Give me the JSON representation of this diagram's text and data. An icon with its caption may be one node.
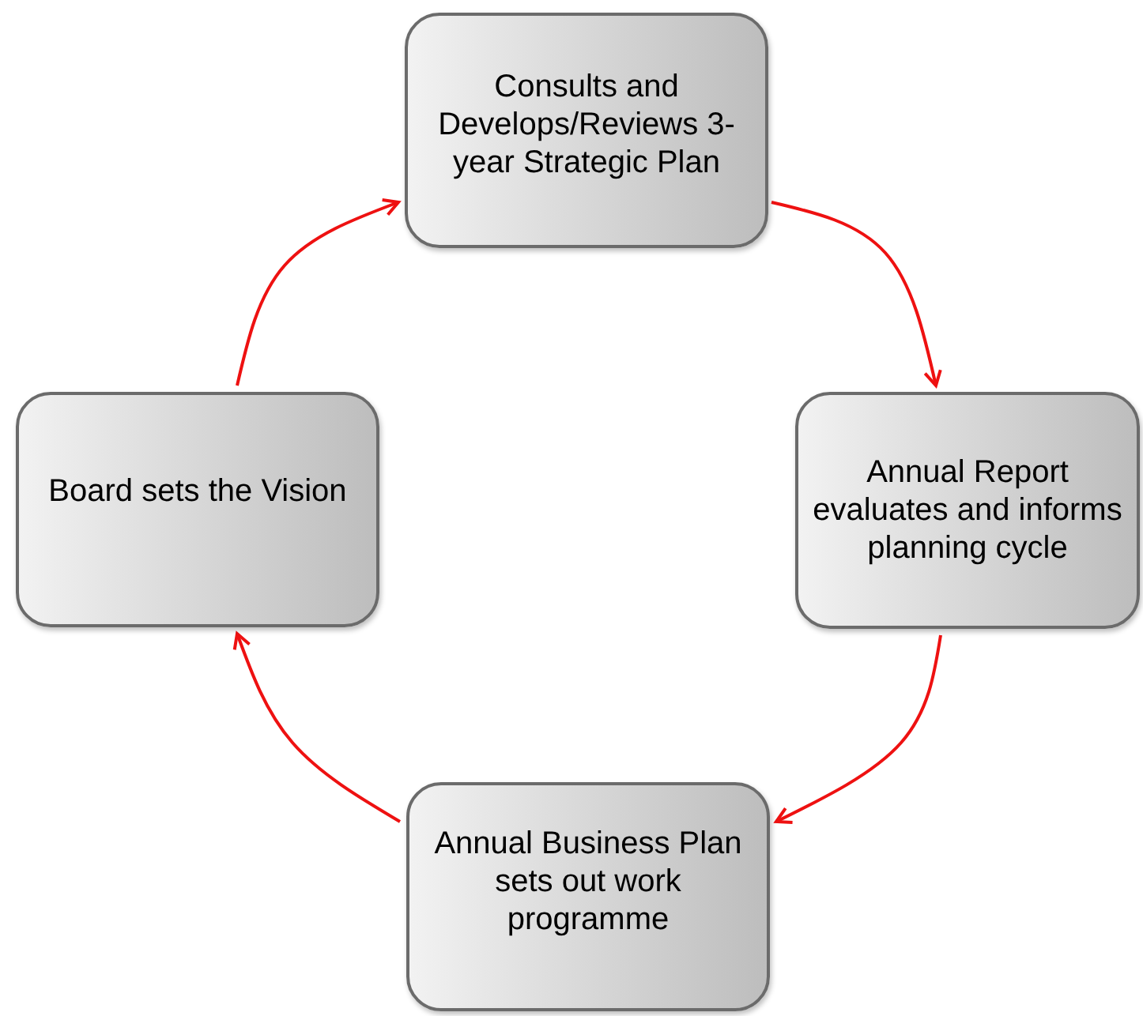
{
  "diagram": {
    "nodes": [
      {
        "text": [
          "Consults and Develops/Reviews 3-year Strategic Plan"
        ]
      },
      {
        "text": [
          "Annual Report evaluates and informs planning cycle"
        ]
      },
      {
        "text": [
          "Annual Business Plan sets out work programme"
        ]
      },
      {
        "text": [
          "Board sets the Vision"
        ]
      }
    ],
    "edges": [
      {
        "from": 0,
        "to": 1,
        "arrow": "to"
      },
      {
        "from": 1,
        "to": 2,
        "arrow": "to"
      },
      {
        "from": 2,
        "to": 3,
        "arrow": "to"
      },
      {
        "from": 3,
        "to": 0,
        "arrow": "to"
      }
    ]
  }
}
